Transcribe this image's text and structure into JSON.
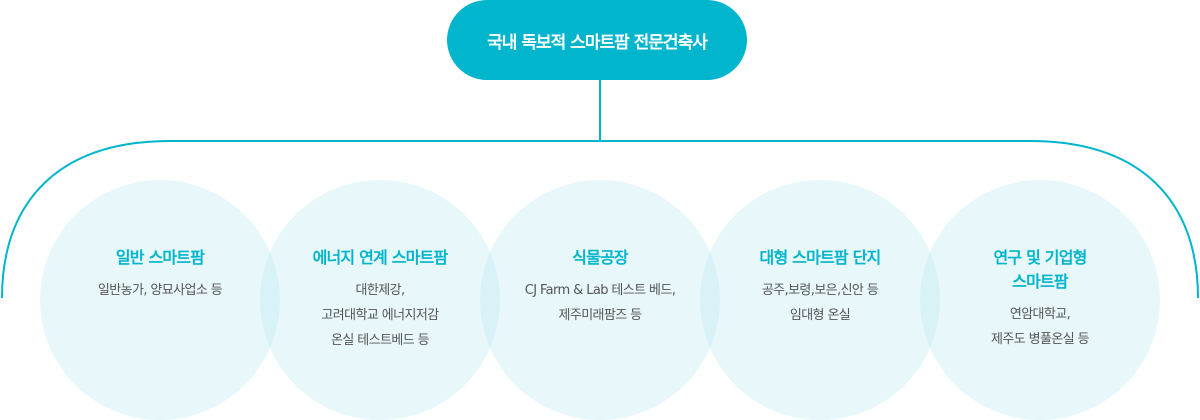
{
  "root": {
    "label": "국내 독보적 스마트팜 전문건축사"
  },
  "colors": {
    "accent": "#00b5cc",
    "circle": "#e8f7f9",
    "text": "#555555"
  },
  "items": [
    {
      "title": [
        "일반 스마트팜"
      ],
      "desc": [
        "일반농가, 양묘사업소 등"
      ]
    },
    {
      "title": [
        "에너지 연계 스마트팜"
      ],
      "desc": [
        "대한제강,",
        "고려대학교 에너지저감",
        "온실 테스트베드 등"
      ]
    },
    {
      "title": [
        "식물공장"
      ],
      "desc": [
        "CJ Farm & Lab 테스트 베드,",
        "제주미래팜즈 등"
      ]
    },
    {
      "title": [
        "대형 스마트팜 단지"
      ],
      "desc": [
        "공주,보령,보은,신안 등",
        "임대형 온실"
      ]
    },
    {
      "title": [
        "연구 및 기업형",
        "스마트팜"
      ],
      "desc": [
        "연암대학교,",
        "제주도 병풀온실 등"
      ]
    }
  ]
}
